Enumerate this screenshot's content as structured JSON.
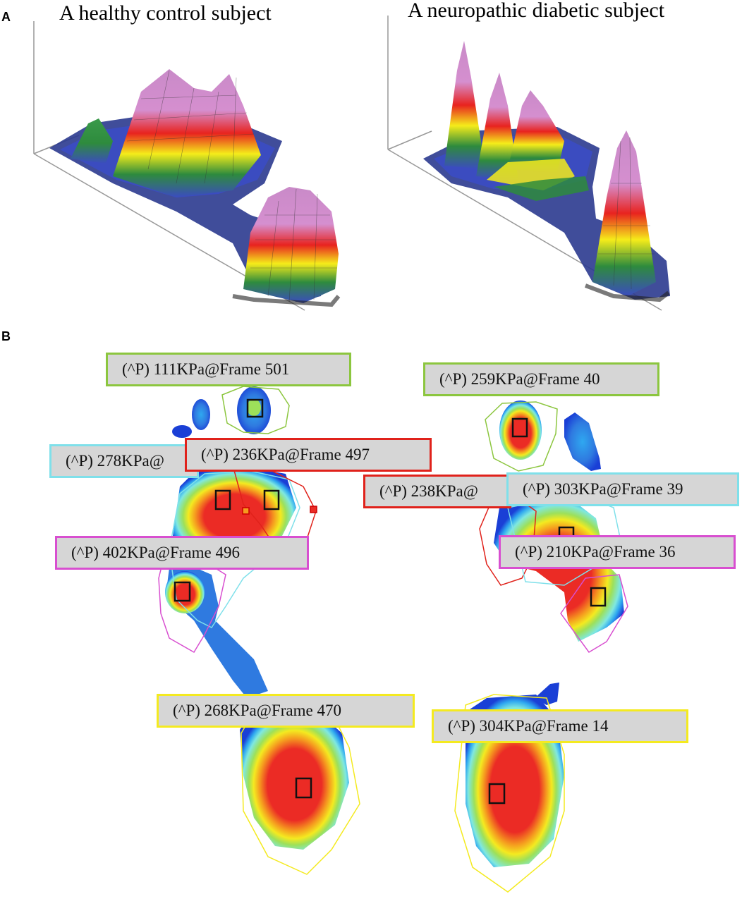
{
  "panel_a": {
    "letter": "A",
    "left_title": "A healthy control subject",
    "right_title": "A neuropathic diabetic subject"
  },
  "panel_b": {
    "letter": "B",
    "labels": [
      {
        "id": "l-green",
        "text": "(^P) 111KPa@Frame 501",
        "color": "#8cc63f"
      },
      {
        "id": "l-cyan",
        "text": "(^P) 278KPa@",
        "color": "#7fe0ea"
      },
      {
        "id": "l-red",
        "text": "(^P) 236KPa@Frame 497",
        "color": "#e0221b"
      },
      {
        "id": "l-mag",
        "text": "(^P) 402KPa@Frame 496",
        "color": "#d84fd0"
      },
      {
        "id": "l-yel",
        "text": "(^P) 268KPa@Frame 470",
        "color": "#f4ea20"
      },
      {
        "id": "r-green",
        "text": "(^P) 259KPa@Frame 40",
        "color": "#8cc63f"
      },
      {
        "id": "r-red",
        "text": "(^P) 238KPa@",
        "color": "#e0221b"
      },
      {
        "id": "r-cyan",
        "text": "(^P) 303KPa@Frame 39",
        "color": "#7fe0ea"
      },
      {
        "id": "r-mag",
        "text": "(^P) 210KPa@Frame 36",
        "color": "#d84fd0"
      },
      {
        "id": "r-yel",
        "text": "(^P) 304KPa@Frame 14",
        "color": "#f4ea20"
      }
    ]
  },
  "colors": {
    "surface": [
      "#3b4cc0",
      "#2e8b3d",
      "#f5ec1a",
      "#e8231f",
      "#d58fcf"
    ],
    "heatmap": [
      "#1a3fd6",
      "#2fa8f0",
      "#7fe8e0",
      "#9de05a",
      "#f4ea20",
      "#f59a1f",
      "#eb2b25"
    ]
  }
}
